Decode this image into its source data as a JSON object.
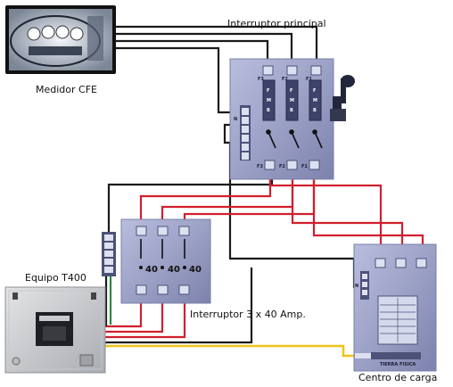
{
  "labels": {
    "meter": "Medidor CFE",
    "main_switch": "Interruptor principal",
    "equipment": "Equipo T400",
    "switch_3x40": "Interruptor 3 x 40 Amp.",
    "load_center": "Centro de carga"
  },
  "main_switch": {
    "phase_top": [
      "F3",
      "F2",
      "F1"
    ],
    "phase_bottom": [
      "F3",
      "F2",
      "F1"
    ],
    "fuse_letters": [
      "F",
      "M",
      "B"
    ],
    "neutral": "N"
  },
  "switch_3x40": {
    "ratings": [
      "40",
      "40",
      "40"
    ]
  },
  "load_center": {
    "neutral": "N",
    "ground_label": "TIERRA FISICA"
  },
  "colors": {
    "wire_black": "#1a1a1a",
    "wire_red": "#d11f2e",
    "wire_yellow": "#f0c419",
    "wire_green": "#2a8a3a",
    "panel": "#9fa4c8",
    "panel_dark": "#4a4f82",
    "terminal": "#4c5278"
  }
}
